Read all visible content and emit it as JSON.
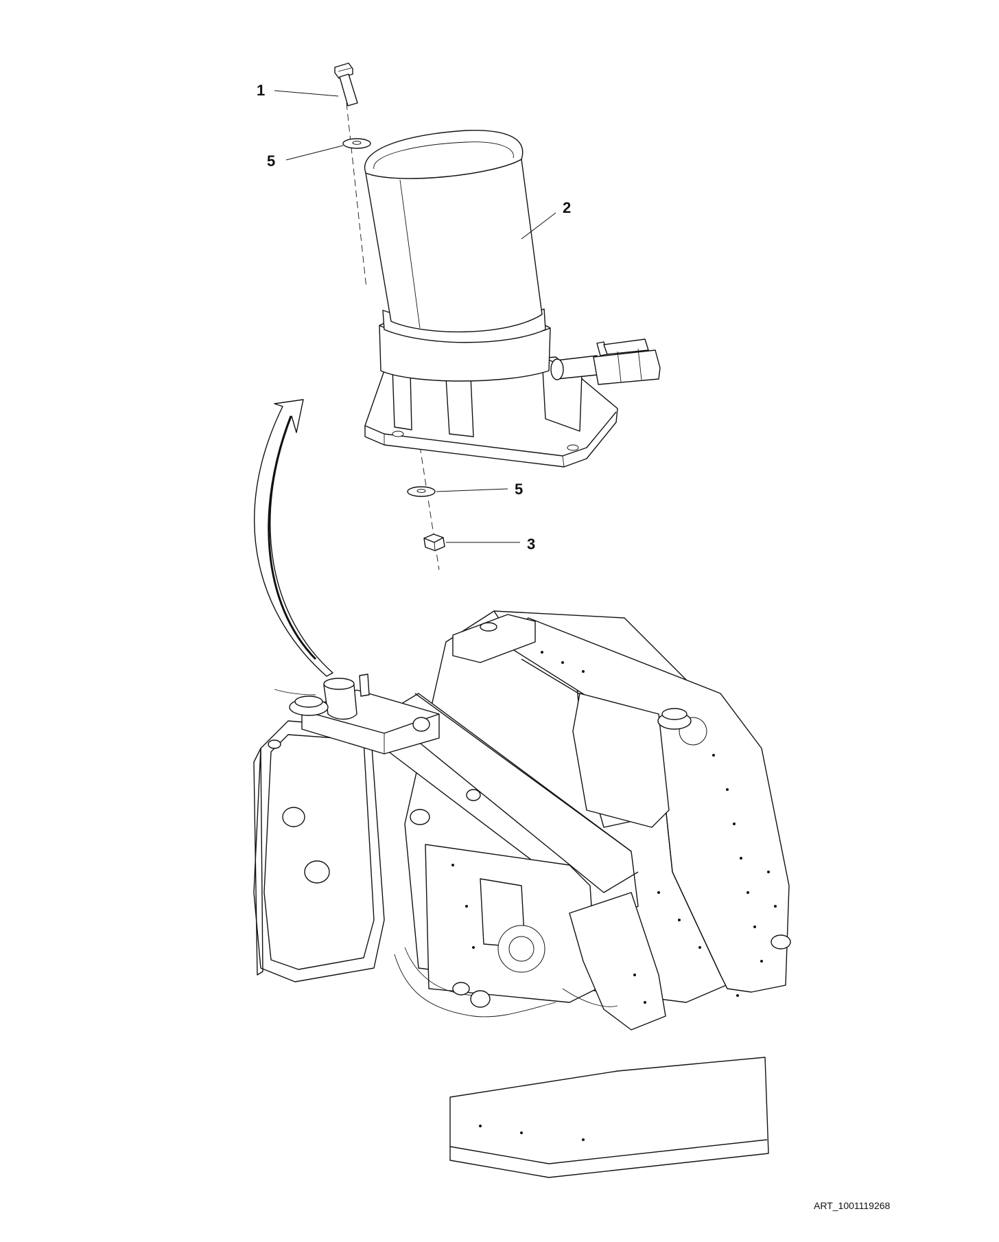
{
  "callouts": [
    {
      "id": "1",
      "label": "1"
    },
    {
      "id": "5a",
      "label": "5"
    },
    {
      "id": "2",
      "label": "2"
    },
    {
      "id": "5b",
      "label": "5"
    },
    {
      "id": "3",
      "label": "3"
    }
  ],
  "art_id": "ART_1001119268",
  "icons": [
    "bolt-icon",
    "washer-icon",
    "cylinder-motor-icon",
    "nut-icon",
    "curved-arrow-icon",
    "chassis-frame-icon"
  ]
}
